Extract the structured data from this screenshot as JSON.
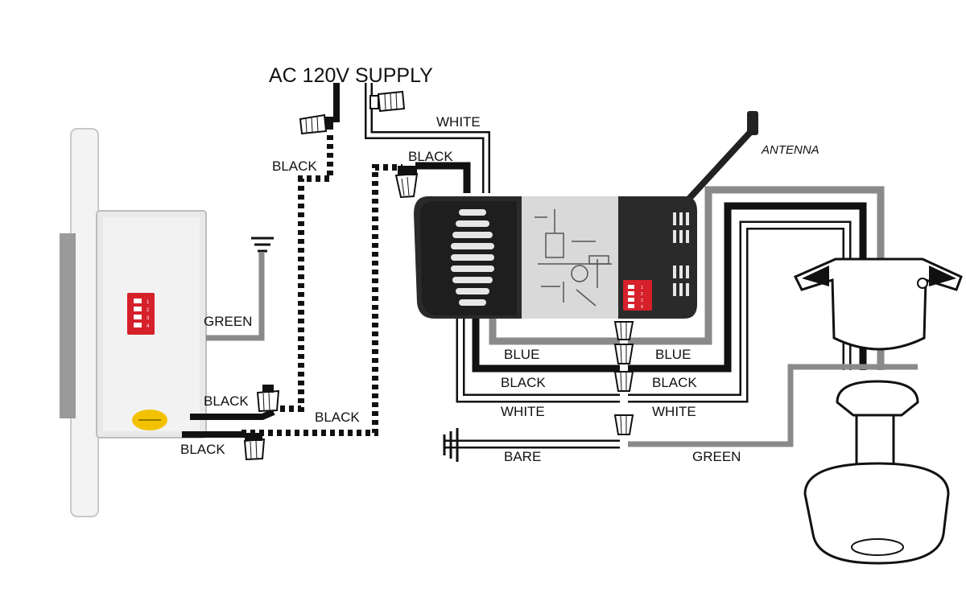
{
  "title": "AC 120V SUPPLY",
  "labels": {
    "antenna": "ANTENNA",
    "supply_white": "WHITE",
    "supply_black": "BLACK",
    "left_black": "BLACK",
    "switch_green": "GREEN",
    "switch_black_top": "BLACK",
    "switch_black_bottom": "BLACK",
    "bottom_black": "BLACK",
    "receiver_blue": "BLUE",
    "fan_blue": "BLUE",
    "receiver_black": "BLACK",
    "fan_black": "BLACK",
    "receiver_white": "WHITE",
    "fan_white": "WHITE",
    "ground_bare": "BARE",
    "fan_green": "GREEN"
  },
  "dip_switch_numbers": [
    "1",
    "2",
    "3",
    "4"
  ],
  "colors": {
    "black_wire": "#111111",
    "white_wire_outline": "#111111",
    "blue_wire": "#8a8a8a",
    "green_wire": "#8a8a8a",
    "dip_switch": "#d6202a",
    "receiver_body": "#2a2a2a",
    "label_sticker": "#d9d9d9",
    "wall_plate": "#eeeeee",
    "warning_sticker": "#f2c200"
  }
}
